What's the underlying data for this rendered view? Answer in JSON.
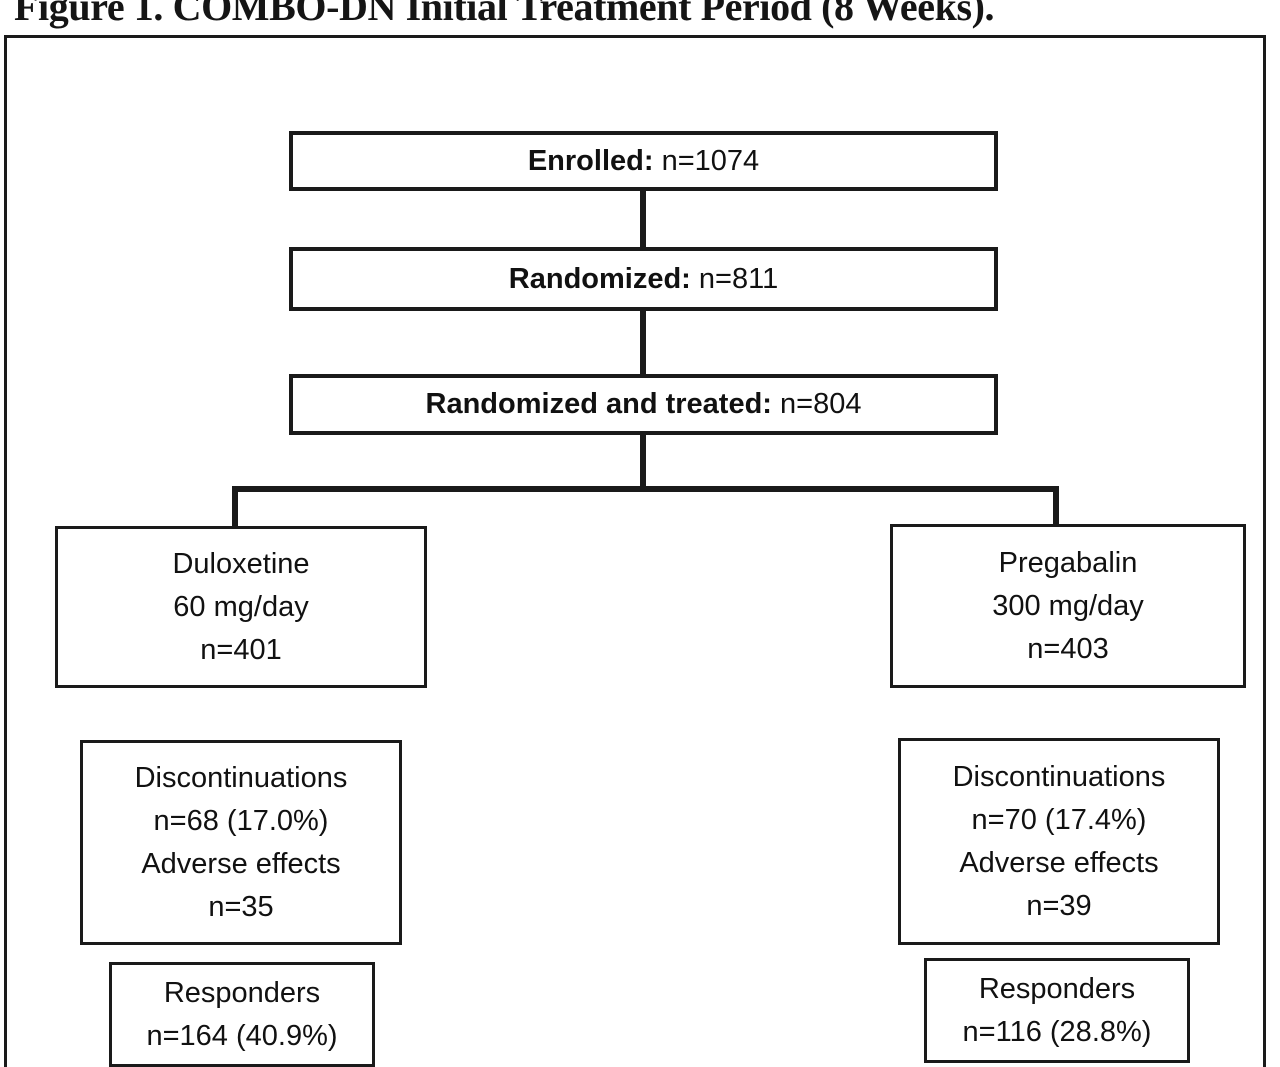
{
  "figure": {
    "title": "Figure 1. COMBO-DN Initial Treatment Period (8 Weeks)."
  },
  "chart_data": {
    "type": "diagram",
    "diagram_kind": "consort-flow-chart",
    "title": "Figure 1. COMBO-DN Initial Treatment Period (8 Weeks).",
    "nodes": [
      {
        "id": "enrolled",
        "lead": "Enrolled:",
        "value": " n=1074"
      },
      {
        "id": "randomized",
        "lead": "Randomized:",
        "value": " n=811"
      },
      {
        "id": "treated",
        "lead": "Randomized and treated:",
        "value": " n=804"
      }
    ],
    "arms": [
      {
        "id": "duloxetine",
        "drug": "Duloxetine",
        "dose": "60 mg/day",
        "n": "n=401",
        "discontinuations_label": "Discontinuations",
        "discontinuations_n": "n=68 (17.0%)",
        "adverse_label": "Adverse effects",
        "adverse_n": "n=35",
        "responders_label": "Responders",
        "responders_n": "n=164 (40.9%)"
      },
      {
        "id": "pregabalin",
        "drug": "Pregabalin",
        "dose": "300 mg/day",
        "n": "n=403",
        "discontinuations_label": "Discontinuations",
        "discontinuations_n": "n=70 (17.4%)",
        "adverse_label": "Adverse effects",
        "adverse_n": "n=39",
        "responders_label": "Responders",
        "responders_n": "n=116 (28.8%)"
      }
    ],
    "colors": {
      "stroke": "#1a1a1a",
      "fill": "#ffffff",
      "text": "#111111"
    }
  },
  "nodes": {
    "enrolled": {
      "lead": "Enrolled:",
      "value": " n=1074"
    },
    "randomized": {
      "lead": "Randomized:",
      "value": " n=811"
    },
    "treated": {
      "lead": "Randomized and treated:",
      "value": " n=804"
    }
  },
  "arms": {
    "left": {
      "drug": "Duloxetine",
      "dose": "60 mg/day",
      "n": "n=401",
      "disc_label": "Discontinuations",
      "disc_n": "n=68 (17.0%)",
      "adverse_label": "Adverse effects",
      "adverse_n": "n=35",
      "resp_label": "Responders",
      "resp_n": "n=164 (40.9%)"
    },
    "right": {
      "drug": "Pregabalin",
      "dose": "300 mg/day",
      "n": "n=403",
      "disc_label": "Discontinuations",
      "disc_n": "n=70 (17.4%)",
      "adverse_label": "Adverse effects",
      "adverse_n": "n=39",
      "resp_label": "Responders",
      "resp_n": "n=116 (28.8%)"
    }
  }
}
